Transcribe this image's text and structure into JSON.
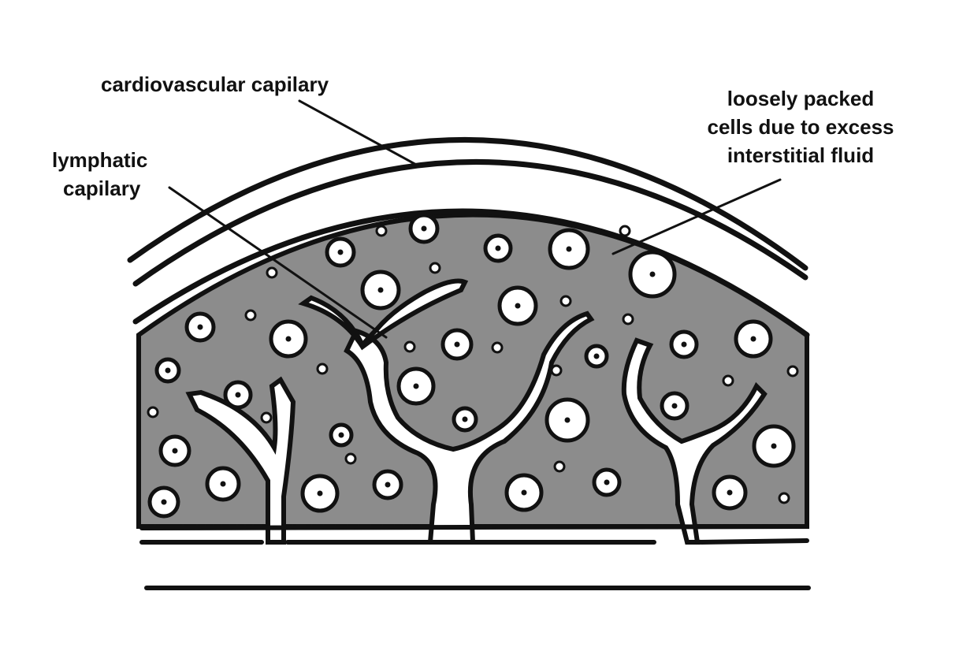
{
  "labels": {
    "cardio": "cardiovascular capilary",
    "lymph_line1": "lymphatic",
    "lymph_line2": "capilary",
    "cells_line1": "loosely packed",
    "cells_line2": "cells due to excess",
    "cells_line3": "interstitial fluid"
  },
  "colors": {
    "tissue": "#8c8c8c",
    "ink": "#111111",
    "paper": "#ffffff"
  }
}
